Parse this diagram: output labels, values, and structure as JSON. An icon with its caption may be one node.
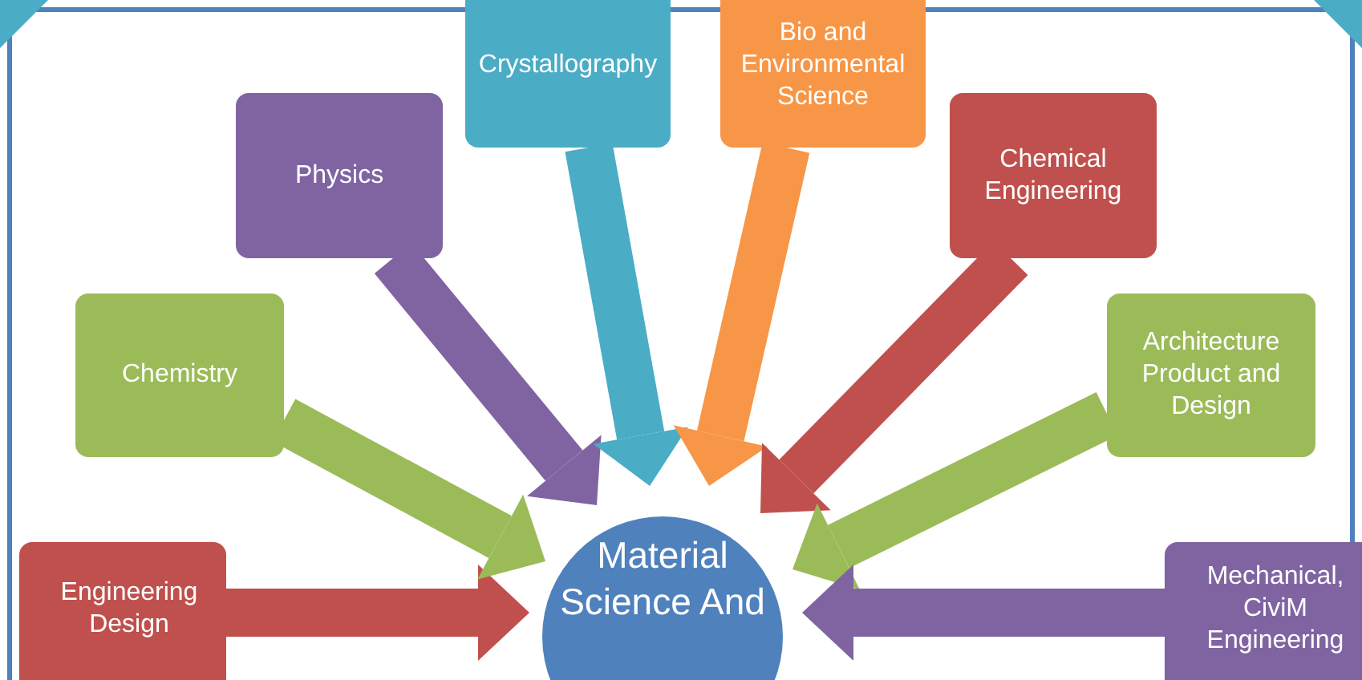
{
  "diagram": {
    "nodes": [
      {
        "text": [
          "Material Science And"
        ]
      },
      {
        "text": [
          "Engineering Design"
        ]
      },
      {
        "text": [
          "Chemistry"
        ]
      },
      {
        "text": [
          "Physics"
        ]
      },
      {
        "text": [
          "Crystallography"
        ]
      },
      {
        "text": [
          "Bio and Environmental Science"
        ]
      },
      {
        "text": [
          "Chemical Engineering"
        ]
      },
      {
        "text": [
          "Architecture Product and Design"
        ]
      },
      {
        "text": [
          "Mechanical, CiviM Engineering"
        ]
      }
    ],
    "edges": [
      {
        "from": 1,
        "to": 0,
        "arrow": "to",
        "color": "#c0504d"
      },
      {
        "from": 2,
        "to": 0,
        "arrow": "to",
        "color": "#9bbb59"
      },
      {
        "from": 3,
        "to": 0,
        "arrow": "to",
        "color": "#8064a2"
      },
      {
        "from": 4,
        "to": 0,
        "arrow": "to",
        "color": "#4bacc6"
      },
      {
        "from": 5,
        "to": 0,
        "arrow": "to",
        "color": "#f79646"
      },
      {
        "from": 6,
        "to": 0,
        "arrow": "to",
        "color": "#c0504d"
      },
      {
        "from": 7,
        "to": 0,
        "arrow": "to",
        "color": "#9bbb59"
      },
      {
        "from": 8,
        "to": 0,
        "arrow": "to",
        "color": "#8064a2"
      }
    ]
  }
}
